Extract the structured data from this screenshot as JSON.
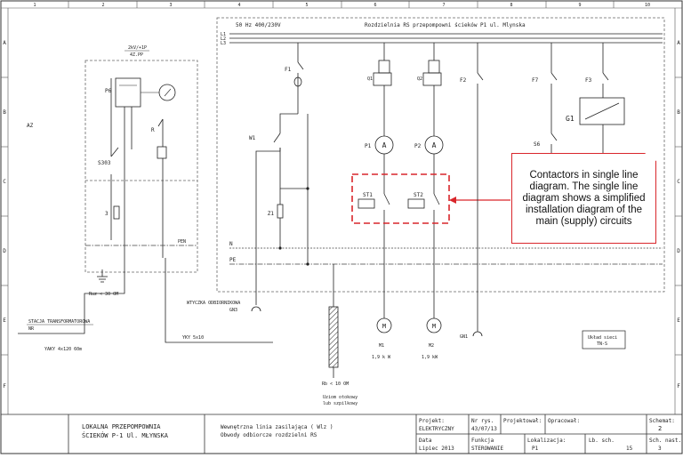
{
  "grid": {
    "columns": [
      "1",
      "2",
      "3",
      "4",
      "5",
      "6",
      "7",
      "8",
      "9",
      "10"
    ],
    "rows": [
      "A",
      "B",
      "C",
      "D",
      "E",
      "F"
    ]
  },
  "diagram": {
    "header_supply": "50 Hz 400/230V",
    "header_title": "Rozdzielnia RS przepompowni ścieków P1 ul. Mlynska",
    "bus_labels": [
      "L1",
      "L2",
      "L3"
    ],
    "n_label": "N",
    "pe_label": "PE",
    "left_az": "AZ",
    "pe_box_kv": "2kV/+1P",
    "pe_box_sub": "4Z.PP",
    "p6_label": "P6",
    "s303_label": "S303",
    "r_label": "R",
    "pen_label": "PEN",
    "ruz_label": "Ruz < 30 OM",
    "stacja_label": "STACJA TRANSFORMATOROWA",
    "stacja_nr": "NR",
    "yaky_label": "YAKY 4x120  60m",
    "yky_label": "YKY 5x10",
    "f1_label": "F1",
    "w1_label": "W1",
    "z1_label": "Z1",
    "wtyczka_label": "WTYCZKA ODBIORNIKOWA",
    "gn3_label": "GN3",
    "rb_label": "Rb < 10 OM",
    "uziom_label": "Uziom otokowy",
    "uziom_sub": "lub szpilkowy",
    "q1_label": "Q1",
    "q2_label": "Q2",
    "p1_label": "P1",
    "p2_label": "P2",
    "a_symbol": "A",
    "st1_label": "ST1",
    "st2_label": "ST2",
    "m1_label": "M1",
    "m2_label": "M2",
    "m1_power": "1,9 k W",
    "m2_power": "1,9 kW",
    "m_symbol": "M",
    "f2_label": "F2",
    "gn1_label": "GN1",
    "f7_label": "F7",
    "s6_label": "S6",
    "f3_label": "F3",
    "g1_label": "G1",
    "uklad_label": "Układ sieci",
    "uklad_sub": "TN-S"
  },
  "callout": {
    "text": "Contactors in single line diagram. The single line diagram shows a simplified installation diagram of the main (supply) circuits",
    "color": "#d9262b"
  },
  "title_block": {
    "project_name_1": "LOKALNA PRZEPOMPOWNIA",
    "project_name_2": "ŚCIEKÓW  P-1  Ul.  MŁYNSKA",
    "drawing_1": "Wewnętrzna linia zasilająca ( Wlz )",
    "drawing_2": "Obwody odbiorcze rozdzielni RS",
    "projekt_label": "Projekt:",
    "projekt_value": "ELEKTRYCZNY",
    "nr_rys_label": "Nr rys.",
    "nr_rys_value": "43/07/13",
    "projektowal_label": "Projektował:",
    "opracowal_label": "Opracował:",
    "schemat_label": "Schemat:",
    "schemat_value": "2",
    "data_label": "Data",
    "data_value": "Lipiec 2013",
    "funkcja_label": "Funkcja",
    "funkcja_value": "STEROWANIE",
    "lokalizacja_label": "Lokalizacja:",
    "lokalizacja_value": "P1",
    "lb_sch_label": "Lb. sch.",
    "lb_sch_value": "15",
    "sch_nast_label": "Sch. nast.",
    "sch_nast_value": "3"
  }
}
